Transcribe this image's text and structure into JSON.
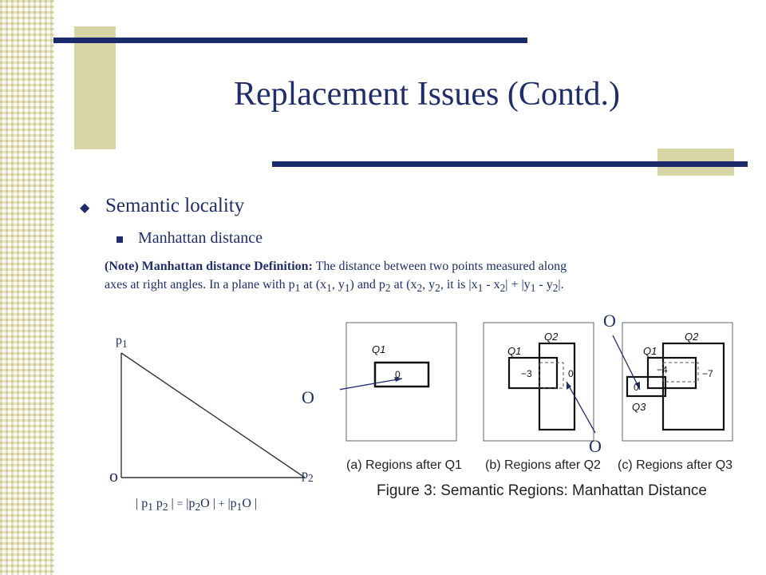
{
  "title": "Replacement Issues (Contd.)",
  "bullet1": "Semantic locality",
  "bullet2": "Manhattan distance",
  "note": {
    "label": "(Note) Manhattan distance Definition:",
    "line1": "The distance between two points measured along",
    "line2_a": "axes at right angles. In a plane with p",
    "sub1": "1",
    "line2_b": " at (x",
    "line2_c": ", y",
    "line2_d": ") and p",
    "sub2": "2",
    "line2_e": ", it is |x",
    "line2_f": " - x",
    "line2_g": "| + |y",
    "line2_h": " - y",
    "line2_i": "|."
  },
  "triangle": {
    "p1": "p",
    "p1_sub": "1",
    "p2": "p",
    "p2_sub": "2",
    "o": "o",
    "formula": "| p1 p2 | = |p2O | + |p1O |"
  },
  "markers": {
    "o_left": "O",
    "o_top": "O",
    "o_bottom": "O"
  },
  "figure": {
    "caption": "Figure 3: Semantic Regions: Manhattan Distance",
    "sub_a": "(a) Regions after Q1",
    "sub_b": "(b) Regions after Q2",
    "sub_c": "(c) Regions after Q3",
    "q1": "Q1",
    "q2": "Q2",
    "q3": "Q3",
    "zero": "0",
    "neg3": "−3",
    "neg4": "−4",
    "neg7": "−7"
  },
  "colors": {
    "accent": "#1f2d6b",
    "tan": "#d7d5a6"
  }
}
